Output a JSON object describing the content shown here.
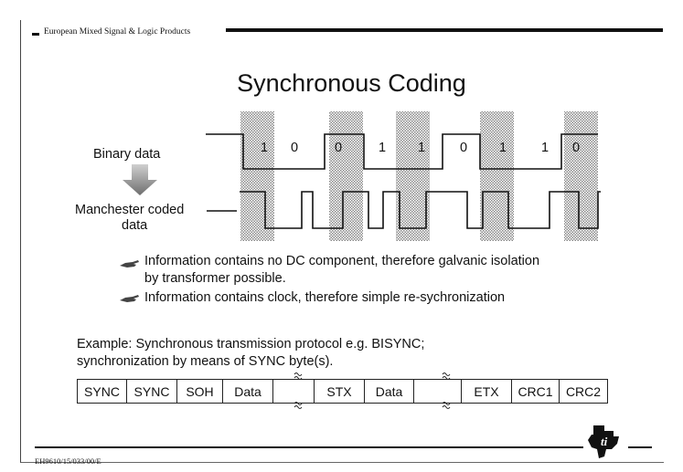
{
  "header": {
    "text": "European Mixed Signal & Logic Products"
  },
  "title": "Synchronous Coding",
  "diagram": {
    "binary_label": "Binary data",
    "manchester_label_line1": "Manchester coded",
    "manchester_label_line2": "data",
    "bits": [
      "1",
      "0",
      "0",
      "1",
      "1",
      "0",
      "1",
      "1",
      "0"
    ]
  },
  "bullets": [
    {
      "line1": "Information contains no DC component, therefore galvanic isolation",
      "line2": "by transformer possible."
    },
    {
      "line1": "Information contains clock, therefore simple re-sychronization"
    }
  ],
  "example": {
    "line1": "Example: Synchronous transmission protocol e.g. BISYNC;",
    "line2": "synchronization by means of SYNC byte(s)."
  },
  "protocol_fields": [
    "SYNC",
    "SYNC",
    "SOH",
    "Data",
    "",
    "STX",
    "Data",
    "",
    "ETX",
    "CRC1",
    "CRC2"
  ],
  "footer": {
    "code": "EH9610/15/033/00/E"
  }
}
